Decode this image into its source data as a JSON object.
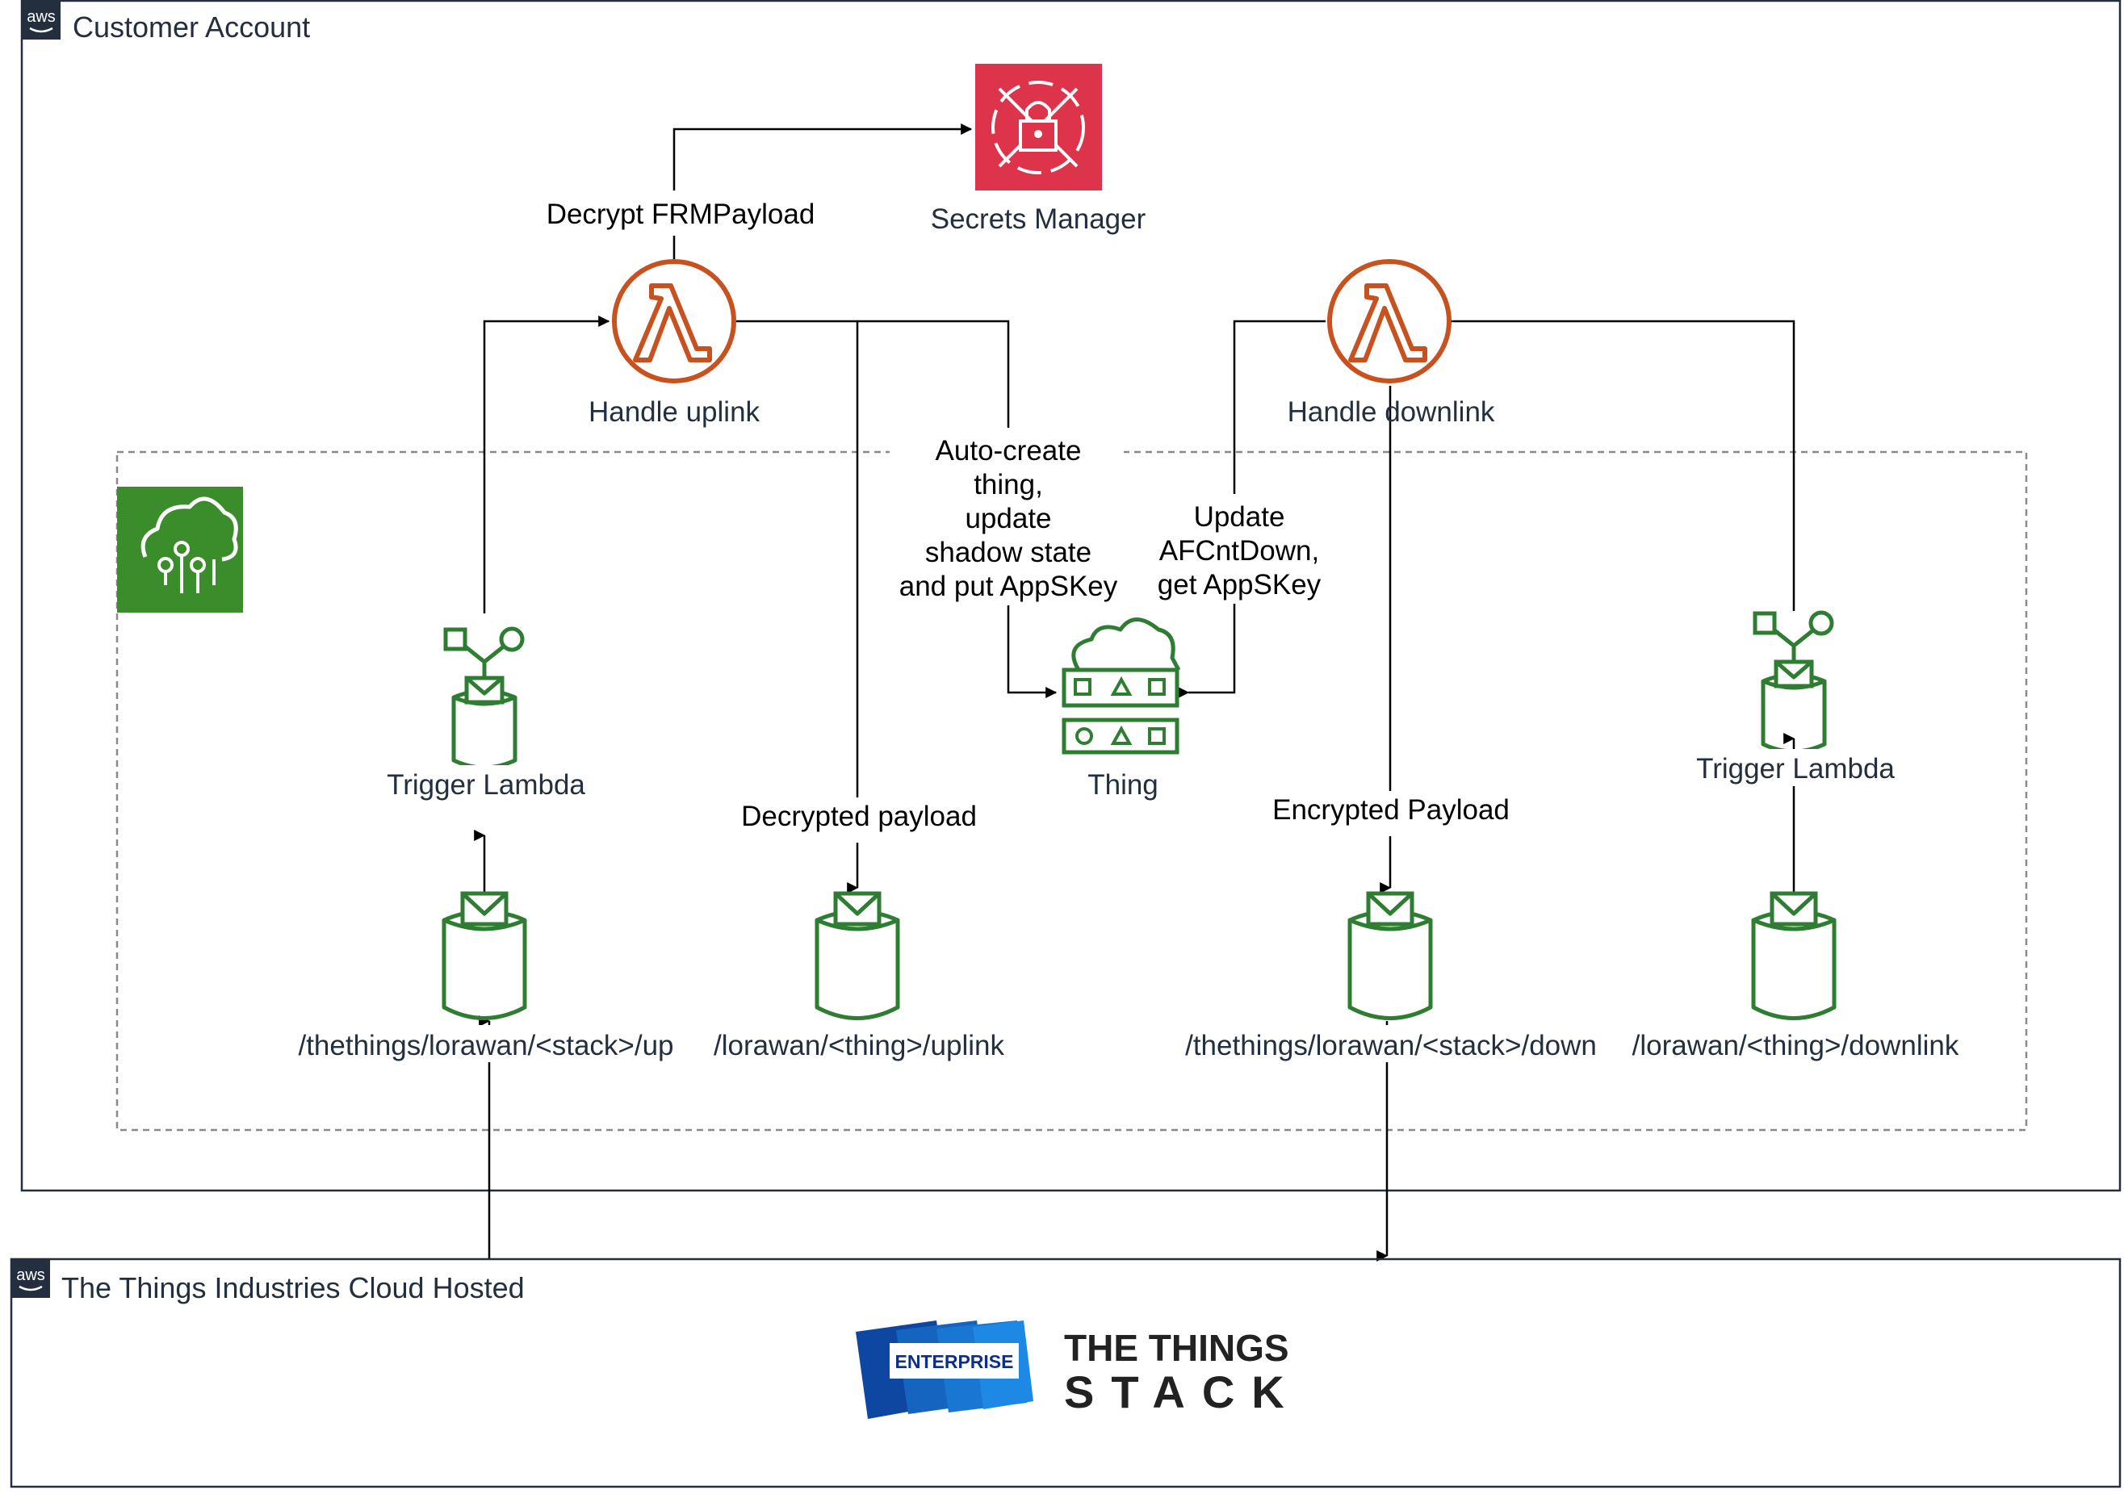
{
  "groups": {
    "customer_account": "Customer Account",
    "tti_cloud": "The Things Industries Cloud Hosted",
    "aws_badge": "aws"
  },
  "services": {
    "secrets_manager": "Secrets Manager",
    "handle_uplink": "Handle uplink",
    "handle_downlink": "Handle downlink",
    "thing": "Thing",
    "trigger_lambda_left": "Trigger Lambda",
    "trigger_lambda_right": "Trigger Lambda"
  },
  "topics": {
    "stack_up": "/thethings/lorawan/<stack>/up",
    "thing_uplink": "/lorawan/<thing>/uplink",
    "stack_down": "/thethings/lorawan/<stack>/down",
    "thing_downlink": "/lorawan/<thing>/downlink"
  },
  "edges": {
    "decrypt": "Decrypt FRMPayload",
    "decrypted_payload": "Decrypted payload",
    "encrypted_payload": "Encrypted Payload",
    "auto_create": [
      "Auto-create",
      "thing,",
      "update",
      "shadow state",
      "and put AppSKey"
    ],
    "update_afcnt": [
      "Update",
      "AFCntDown,",
      "get AppSKey"
    ]
  },
  "logo": {
    "badge": "ENTERPRISE",
    "line1": "THE THINGS",
    "line2": "STACK"
  },
  "colors": {
    "iot_green": "#2e7d32",
    "lambda_orange": "#c7511f",
    "secrets_red": "#dd344c",
    "aws_ink": "#232f3e",
    "tts_blue": "#0d47a1"
  },
  "icons": {
    "secrets_manager": "secrets-manager-icon",
    "lambda": "lambda-icon",
    "iot_core": "iot-core-icon",
    "thing": "iot-thing-icon",
    "rule": "iot-rule-icon",
    "topic": "iot-topic-icon"
  }
}
